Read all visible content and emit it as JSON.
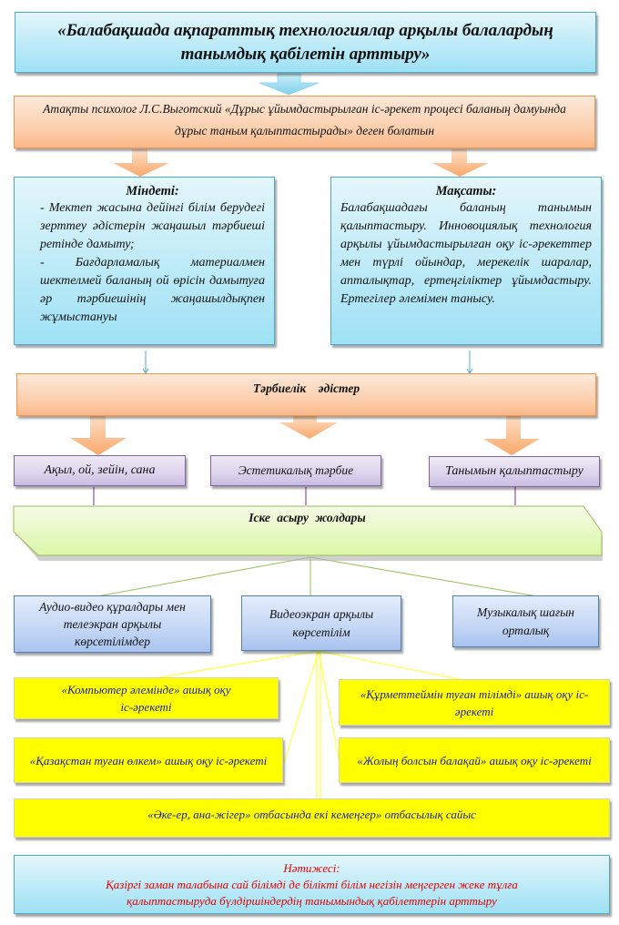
{
  "title": "«Балабақшада ақпараттық технологиялар арқылы балалардың танымдық қабілетін арттыру»",
  "quote": "Атақты психолог Л.С.Выготский «Дұрыс ұйымдастырылған іс-әрекет процесі баланың дамуында дұрыс таным қалыптастырады» деген болатын",
  "tasks": {
    "heading": "Міндеті:",
    "lines": [
      "- Мектеп жасына дейінгі білім берудегі зерттеу әдістерін жаңашыл тәрбиеші ретінде дамыту;",
      "- Бағдарламалық материалмен шектелмей баланың ой өрісін дамытуға әр тәрбиешінің жаңашылдықпен жұмыстануы"
    ]
  },
  "goal": {
    "heading": "Мақсаты:",
    "text": "Балабақшадағы баланың танымын қалыптастыру. Инновоциялық технология арқылы ұйымдастырылған оқу іс-әрекеттер мен түрлі ойындар, мерекелік шаралар, апталықтар, ертеңгіліктер ұйымдастыру. Ертегілер әлемімен танысу."
  },
  "methods": {
    "label": "Тәрбиелік әдістер",
    "items": [
      "Ақыл, ой, зейін, сана",
      "Эстетикалық тәрбие",
      "Танымын қалыптастыру"
    ]
  },
  "implementation": {
    "label": "Іске асыру жолдары",
    "items": [
      "Аудио-видео құралдары мен телеэкран арқылы көрсетілімдер",
      "Видеоэкран арқылы көрсетілім",
      "Музыкалық шағын орталық"
    ]
  },
  "activities": [
    "«Компьютер әлемінде» ашық оқу іс-әрекеті",
    "«Құрметтеймін туған тілімді» ашық оқу іс-әрекеті",
    "«Қазақстан туған өлкем» ашық оқу іс-әрекеті",
    "«Жолың болсын балақай» ашық оқу іс-әрекеті",
    "«Әке-ер, ана-жігер» отбасында екі кемеңгер» отбасылық сайыс"
  ],
  "result": {
    "heading": "Нәтижесі:",
    "text": "Қазіргі заман талабына сай білімді де білікті білім негізін меңгерген жеке тұлға қалыптастыруда бүлдіршіндердің танымындық қабілеттерін арттыру"
  },
  "colors": {
    "blue_border": "#4bacc6",
    "orange_border": "#f79646",
    "purple_border": "#8064a2",
    "green_border": "#9bbb59",
    "yellow_fill": "#ffff00",
    "activity_text": "#1a1aa6",
    "result_text": "#e00000"
  }
}
